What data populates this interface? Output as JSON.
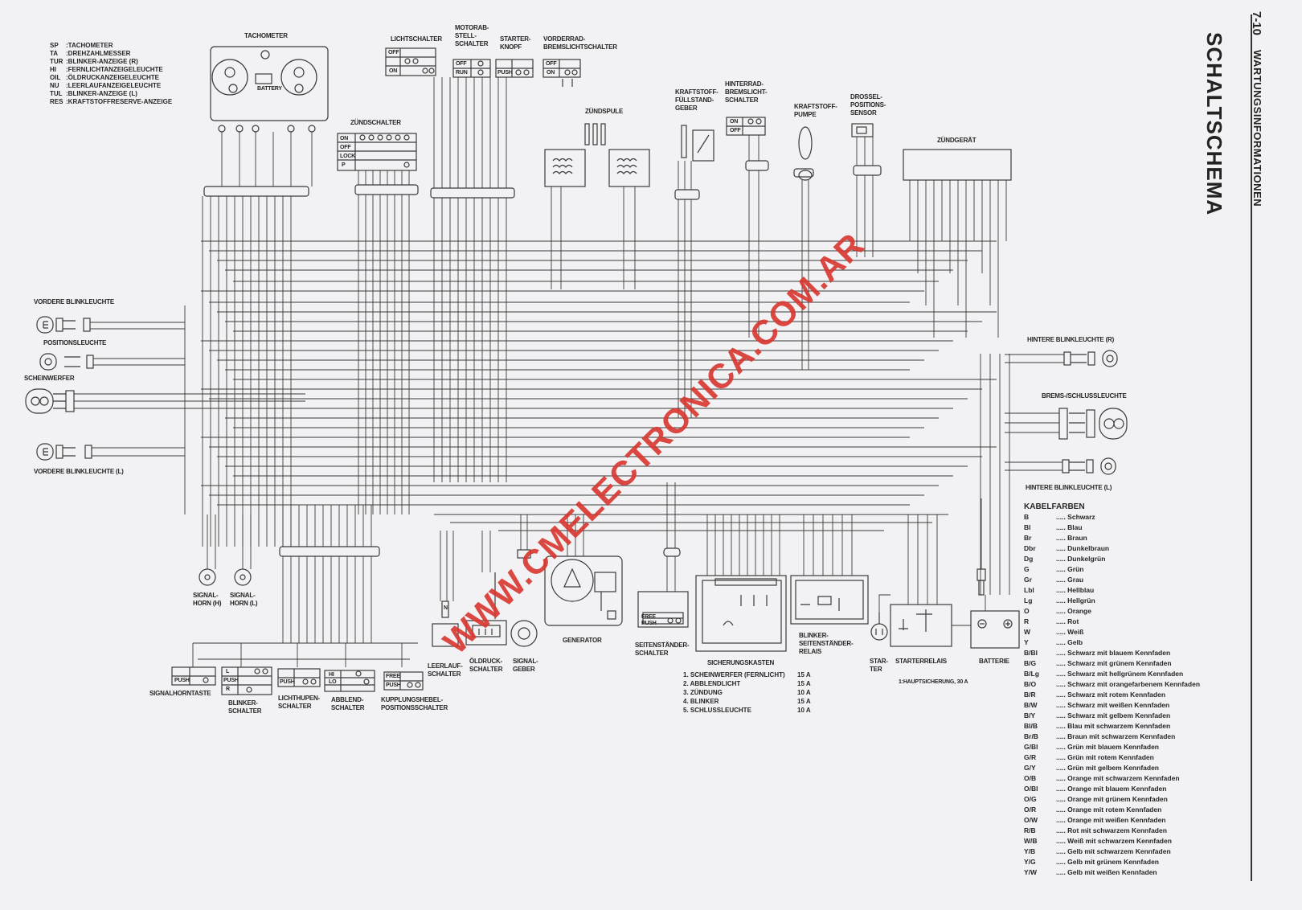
{
  "header": {
    "page_number": "7-10",
    "section": "WARTUNGSINFORMATIONEN",
    "title": "SCHALTSCHEMA"
  },
  "abbreviations": [
    {
      "code": "SP",
      "text": ":TACHOMETER"
    },
    {
      "code": "TA",
      "text": ":DREHZAHLMESSER"
    },
    {
      "code": "TUR",
      "text": ":BLINKER-ANZEIGE (R)"
    },
    {
      "code": "HI",
      "text": ":FERNLICHTANZEIGELEUCHTE"
    },
    {
      "code": "OIL",
      "text": ":ÖLDRUCKANZEIGELEUCHTE"
    },
    {
      "code": "NU",
      "text": ":LEERLAUFANZEIGELEUCHTE"
    },
    {
      "code": "TUL",
      "text": ":BLINKER-ANZEIGE (L)"
    },
    {
      "code": "RES",
      "text": ":KRAFTSTOFFRESERVE-ANZEIGE"
    }
  ],
  "components": {
    "tachometer": "TACHOMETER",
    "lichtschalter": "LICHTSCHALTER",
    "motorab_stellschalter": "MOTORAB-\nSTELL-\nSCHALTER",
    "starterknopf": "STARTER-\nKNOPF",
    "vorderrad_bremslichtschalter": "VORDERRAD-\nBREMSLICHTSCHALTER",
    "zuendschalter": "ZÜNDSCHALTER",
    "zuendspule": "ZÜNDSPULE",
    "kraftstoff_fuellstandgeber": "KRAFTSTOFF-\nFÜLLSTAND-\nGEBER",
    "hinterrad_bremslichtschalter": "HINTERRAD-\nBREMSLICHT-\nSCHALTER",
    "kraftstoffpumpe": "KRAFTSTOFF-\nPUMPE",
    "drosselpositionssensor": "DROSSEL-\nPOSITIONS-\nSENSOR",
    "zuendgeraet": "ZÜNDGERÄT",
    "vordere_blinkleuchte_r": "VORDERE BLINKLEUCHTE",
    "positionsleuchte": "POSITIONSLEUCHTE",
    "scheinwerfer": "SCHEINWERFER",
    "vordere_blinkleuchte_l": "VORDERE BLINKLEUCHTE (L)",
    "hintere_blinkleuchte_r": "HINTERE BLINKLEUCHTE (R)",
    "brems_schlussleuchte": "BREMS-/SCHLUSSLEUCHTE",
    "hintere_blinkleuchte_l": "HINTERE BLINKLEUCHTE (L)",
    "signalhorn_h": "SIGNAL-\nHORN (H)",
    "signalhorn_l": "SIGNAL-\nHORN (L)",
    "signalhorntaste": "SIGNALHORNTASTE",
    "blinkerschalter": "BLINKER-\nSCHALTER",
    "lichthupenschalter": "LICHTHUPEN-\nSCHALTER",
    "abblendschalter": "ABBLEND-\nSCHALTER",
    "kupplungshebel": "KUPPLUNGSHEBEL-\nPOSITIONSSCHALTER",
    "leerlaufschalter": "LEERLAUF-\nSCHALTER",
    "oeldruckschalter": "ÖLDRUCK-\nSCHALTER",
    "signalgeber": "SIGNAL-\nGEBER",
    "generator": "GENERATOR",
    "seitenstaenderschalter": "SEITENSTÄNDER-\nSCHALTER",
    "sicherungskasten": "SICHERUNGSKASTEN",
    "blinker_relais": "BLINKER-\nSEITENSTÄNDER-\nRELAIS",
    "starter": "STAR-\nTER",
    "starterrelais": "STARTERRELAIS",
    "batterie": "BATTERIE",
    "hauptsicherung": "1:HAUPTSICHERUNG, 30 A"
  },
  "switch_states": [
    "OFF",
    "ON",
    "RUN",
    "PUSH",
    "FREE",
    "LOCK",
    "P",
    "LO",
    "HI",
    "N",
    "L",
    "R",
    "BATTERY"
  ],
  "fuses": [
    {
      "name": "1. SCHEINWERFER (FERNLICHT)",
      "rating": "15 A"
    },
    {
      "name": "2. ABBLENDLICHT",
      "rating": "15 A"
    },
    {
      "name": "3. ZÜNDUNG",
      "rating": "10 A"
    },
    {
      "name": "4. BLINKER",
      "rating": "15 A"
    },
    {
      "name": "5. SCHLUSSLEUCHTE",
      "rating": "10 A"
    }
  ],
  "wire_colors": {
    "title": "KABELFARBEN",
    "items": [
      {
        "code": "B",
        "text": "Schwarz"
      },
      {
        "code": "Bl",
        "text": "Blau"
      },
      {
        "code": "Br",
        "text": "Braun"
      },
      {
        "code": "Dbr",
        "text": "Dunkelbraun"
      },
      {
        "code": "Dg",
        "text": "Dunkelgrün"
      },
      {
        "code": "G",
        "text": "Grün"
      },
      {
        "code": "Gr",
        "text": "Grau"
      },
      {
        "code": "Lbl",
        "text": "Hellblau"
      },
      {
        "code": "Lg",
        "text": "Hellgrün"
      },
      {
        "code": "O",
        "text": "Orange"
      },
      {
        "code": "R",
        "text": "Rot"
      },
      {
        "code": "W",
        "text": "Weiß"
      },
      {
        "code": "Y",
        "text": "Gelb"
      },
      {
        "code": "B/Bl",
        "text": "Schwarz mit blauem Kennfaden"
      },
      {
        "code": "B/G",
        "text": "Schwarz mit grünem Kennfaden"
      },
      {
        "code": "B/Lg",
        "text": "Schwarz mit hellgrünem Kennfaden"
      },
      {
        "code": "B/O",
        "text": "Schwarz mit orangefarbenem Kennfaden"
      },
      {
        "code": "B/R",
        "text": "Schwarz mit rotem Kennfaden"
      },
      {
        "code": "B/W",
        "text": "Schwarz mit weißen Kennfaden"
      },
      {
        "code": "B/Y",
        "text": "Schwarz mit gelbem Kennfaden"
      },
      {
        "code": "Bl/B",
        "text": "Blau mit schwarzem Kennfaden"
      },
      {
        "code": "Br/B",
        "text": "Braun mit schwarzem Kennfaden"
      },
      {
        "code": "G/Bl",
        "text": "Grün mit blauem Kennfaden"
      },
      {
        "code": "G/R",
        "text": "Grün mit rotem Kennfaden"
      },
      {
        "code": "G/Y",
        "text": "Grün mit gelbem Kennfaden"
      },
      {
        "code": "O/B",
        "text": "Orange mit schwarzem Kennfaden"
      },
      {
        "code": "O/Bl",
        "text": "Orange mit blauem Kennfaden"
      },
      {
        "code": "O/G",
        "text": "Orange mit grünem Kennfaden"
      },
      {
        "code": "O/R",
        "text": "Orange mit rotem Kennfaden"
      },
      {
        "code": "O/W",
        "text": "Orange mit weißen Kennfaden"
      },
      {
        "code": "R/B",
        "text": "Rot mit schwarzem Kennfaden"
      },
      {
        "code": "W/B",
        "text": "Weiß mit schwarzem Kennfaden"
      },
      {
        "code": "Y/B",
        "text": "Gelb mit schwarzem Kennfaden"
      },
      {
        "code": "Y/G",
        "text": "Gelb mit grünem Kennfaden"
      },
      {
        "code": "Y/W",
        "text": "Gelb mit weißen Kennfaden"
      }
    ]
  },
  "watermark": "WWW.CMELECTRONICA.COM.AR",
  "colors": {
    "ink": "#2a2a2a",
    "paper": "#f2f2f4",
    "watermark": "#d9362f"
  }
}
